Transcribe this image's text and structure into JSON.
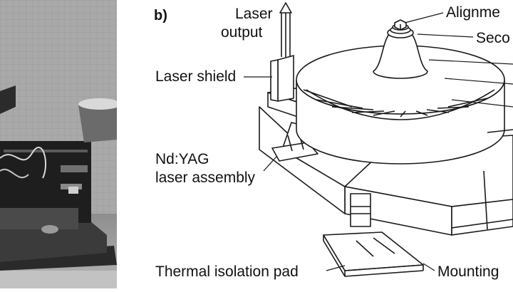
{
  "panel_b": {
    "letter": "b)",
    "labels": {
      "laser_output_line1": "Laser",
      "laser_output_line2": "output",
      "laser_shield": "Laser shield",
      "ndyag_line1": "Nd:YAG",
      "ndyag_line2": "laser assembly",
      "thermal_pad": "Thermal isolation pad",
      "alignment": "Alignme",
      "secondary": "Seco",
      "mounting": "Mounting"
    }
  }
}
